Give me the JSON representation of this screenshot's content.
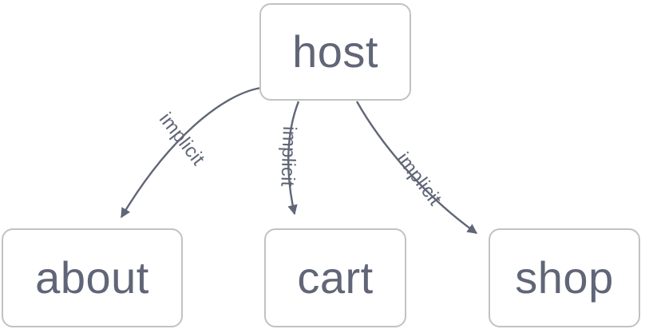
{
  "diagram": {
    "type": "directed-graph",
    "background_color": "#ffffff",
    "node_fill": "#ffffff",
    "node_border_color": "#c2c2c2",
    "text_color": "#606677",
    "edge_color": "#606677",
    "nodes": [
      {
        "id": "host",
        "label": "host"
      },
      {
        "id": "about",
        "label": "about"
      },
      {
        "id": "cart",
        "label": "cart"
      },
      {
        "id": "shop",
        "label": "shop"
      }
    ],
    "edges": [
      {
        "from": "host",
        "to": "about",
        "label": "implicit"
      },
      {
        "from": "host",
        "to": "cart",
        "label": "implicit"
      },
      {
        "from": "host",
        "to": "shop",
        "label": "implicit"
      }
    ]
  }
}
